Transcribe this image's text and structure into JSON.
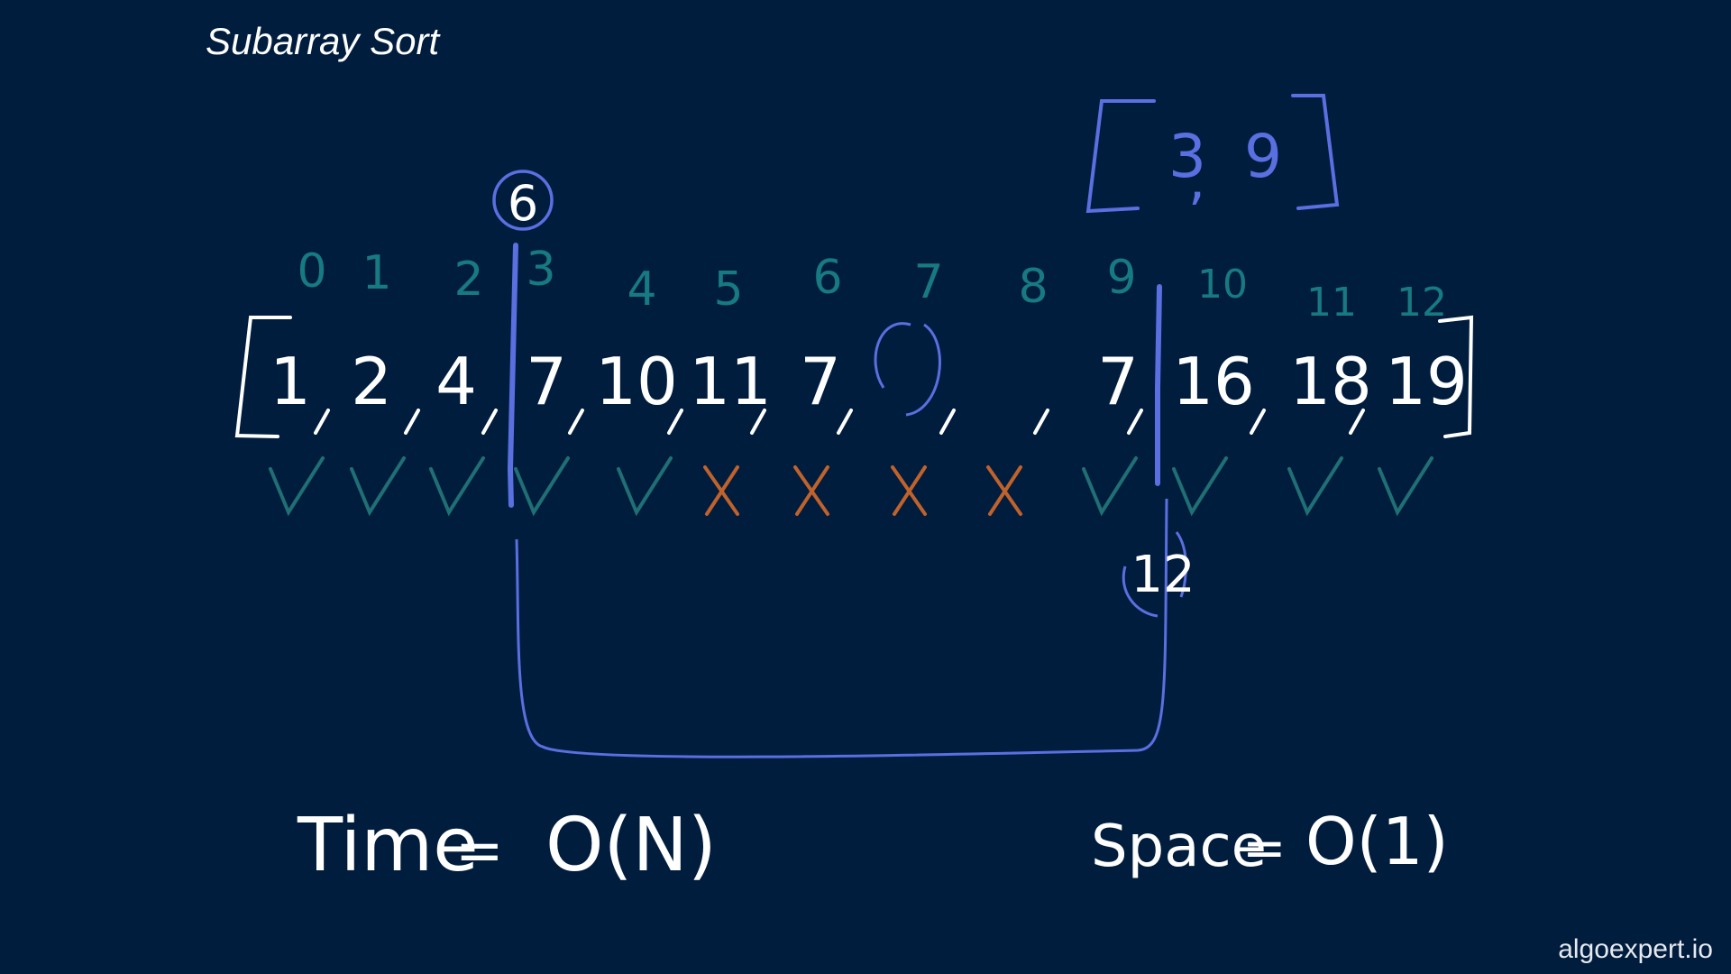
{
  "title": "Subarray Sort",
  "watermark": "algoexpert.io",
  "colors": {
    "background": "#011d3e",
    "ink": "#ffffff",
    "index": "#177a83",
    "check": "#1f6f74",
    "cross": "#c0622b",
    "blue": "#5a6fe0"
  },
  "indices": [
    "0",
    "1",
    "2",
    "3",
    "4",
    "5",
    "6",
    "7",
    "8",
    "9",
    "10",
    "11",
    "12"
  ],
  "array_tokens": [
    "1",
    "2",
    "4",
    "7",
    "10",
    "11",
    "7",
    "",
    "",
    "7",
    "16",
    "18",
    "19"
  ],
  "marks": [
    "check",
    "check",
    "check",
    "check",
    "check",
    "cross",
    "cross",
    "cross",
    "cross",
    "check",
    "check",
    "check",
    "check"
  ],
  "left_circle_value": "6",
  "right_circle_value": "12",
  "result": {
    "open": "[",
    "a": "3",
    "sep": ",",
    "b": "9",
    "close": "]"
  },
  "time_label": "Time",
  "time_eq": "=",
  "time_value": "O(N)",
  "space_label": "Space",
  "space_eq": "=",
  "space_value": "O(1)"
}
